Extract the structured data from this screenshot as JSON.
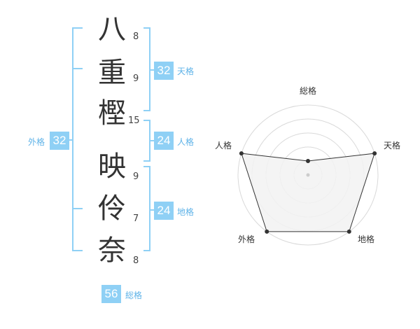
{
  "name": {
    "characters": [
      {
        "char": "八",
        "strokes": "8"
      },
      {
        "char": "重",
        "strokes": "9"
      },
      {
        "char": "樫",
        "strokes": "15"
      },
      {
        "char": "映",
        "strokes": "9"
      },
      {
        "char": "伶",
        "strokes": "7"
      },
      {
        "char": "奈",
        "strokes": "8"
      }
    ]
  },
  "fortunes": {
    "tenkaku": {
      "label": "天格",
      "value": "32"
    },
    "jinkaku": {
      "label": "人格",
      "value": "24"
    },
    "chikaku": {
      "label": "地格",
      "value": "24"
    },
    "gaikaku": {
      "label": "外格",
      "value": "32"
    },
    "soukaku": {
      "label": "総格",
      "value": "56"
    }
  },
  "radar": {
    "axes": [
      "総格",
      "天格",
      "地格",
      "外格",
      "人格"
    ],
    "levels": 5,
    "values": [
      1,
      5,
      5,
      5,
      5
    ]
  },
  "colors": {
    "bracket": "#8fd0f5",
    "badge": "#8fd0f5",
    "label": "#5fb3e8",
    "radar_grid": "#d9d9d9",
    "radar_fill": "#f2f2f2",
    "radar_line": "#333333"
  }
}
